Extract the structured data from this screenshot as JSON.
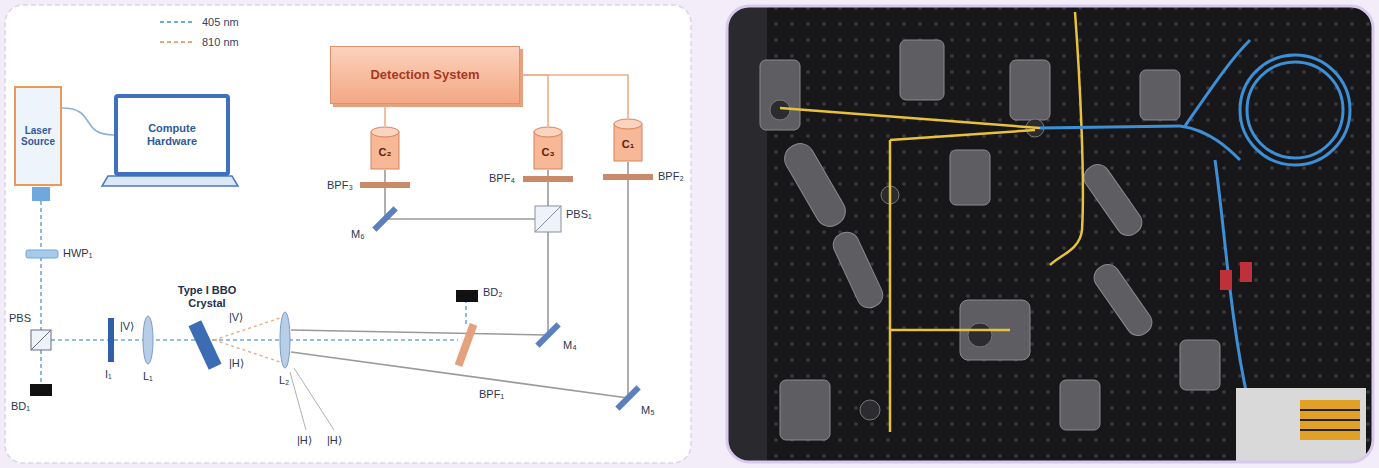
{
  "diagram": {
    "nodes": [
      {
        "text": [
          "Detection System"
        ]
      },
      {
        "text": [
          "Laser Source"
        ]
      },
      {
        "text": [
          "Compute Hardware"
        ]
      },
      {
        "text": [
          "C₂"
        ]
      },
      {
        "text": [
          "C₃"
        ]
      },
      {
        "text": [
          "C₁"
        ]
      }
    ],
    "edges": [
      {
        "from": 1,
        "to": 2,
        "arrow": "none"
      },
      {
        "from": 3,
        "to": 0,
        "arrow": "none"
      },
      {
        "from": 4,
        "to": 0,
        "arrow": "none"
      },
      {
        "from": 5,
        "to": 0,
        "arrow": "none"
      }
    ],
    "labels": [
      "HWP₁",
      "PBS",
      "BD₁",
      "I₁",
      "|V⟩",
      "L₁",
      "Type I BBO Crystal",
      "|V⟩",
      "|H⟩",
      "L₂",
      "|H⟩",
      "|H⟩",
      "BD₂",
      "BPF₁",
      "M₄",
      "M₅",
      "M₆",
      "PBS₁",
      "BPF₃",
      "BPF₄",
      "BPF₂"
    ],
    "legend": [
      {
        "text": "405 nm"
      },
      {
        "text": "810 nm"
      }
    ]
  }
}
